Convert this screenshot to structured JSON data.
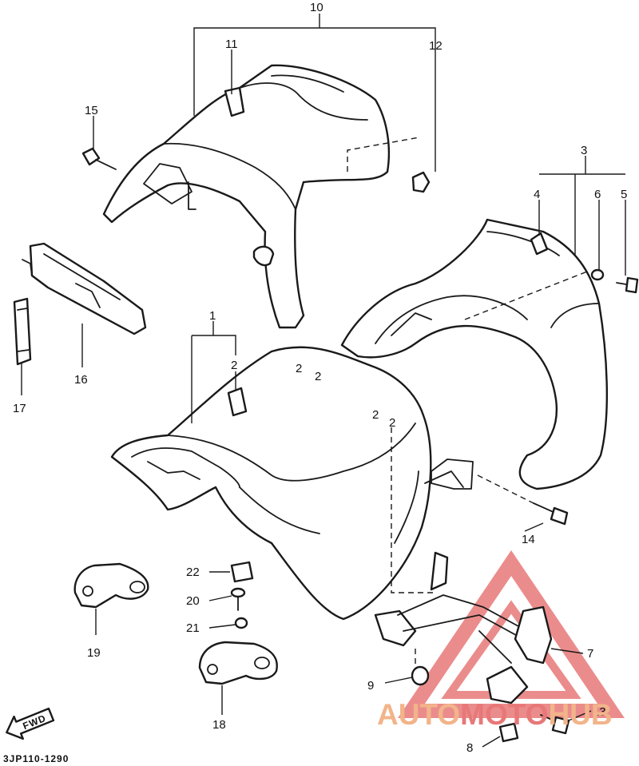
{
  "callouts": [
    {
      "id": "c10",
      "label": "10"
    },
    {
      "id": "c11",
      "label": "11"
    },
    {
      "id": "c12",
      "label": "12"
    },
    {
      "id": "c15",
      "label": "15"
    },
    {
      "id": "c3",
      "label": "3"
    },
    {
      "id": "c4",
      "label": "4"
    },
    {
      "id": "c6",
      "label": "6"
    },
    {
      "id": "c5",
      "label": "5"
    },
    {
      "id": "c1",
      "label": "1"
    },
    {
      "id": "c2",
      "label": "2"
    },
    {
      "id": "c16",
      "label": "16"
    },
    {
      "id": "c17",
      "label": "17"
    },
    {
      "id": "c14",
      "label": "14"
    },
    {
      "id": "c7",
      "label": "7"
    },
    {
      "id": "c22",
      "label": "22"
    },
    {
      "id": "c20",
      "label": "20"
    },
    {
      "id": "c21",
      "label": "21"
    },
    {
      "id": "c19",
      "label": "19"
    },
    {
      "id": "c18",
      "label": "18"
    },
    {
      "id": "c9",
      "label": "9"
    },
    {
      "id": "c13",
      "label": "13"
    },
    {
      "id": "c8",
      "label": "8"
    }
  ],
  "marker_label": "2",
  "fwd_label": "FWD",
  "diagram_code": "3JP110-1290",
  "watermark": {
    "part1": "AUTO",
    "part2": "MOTO",
    "part3": "HUB",
    "color_main": "#f2b48a",
    "color_accent": "#e87878"
  }
}
